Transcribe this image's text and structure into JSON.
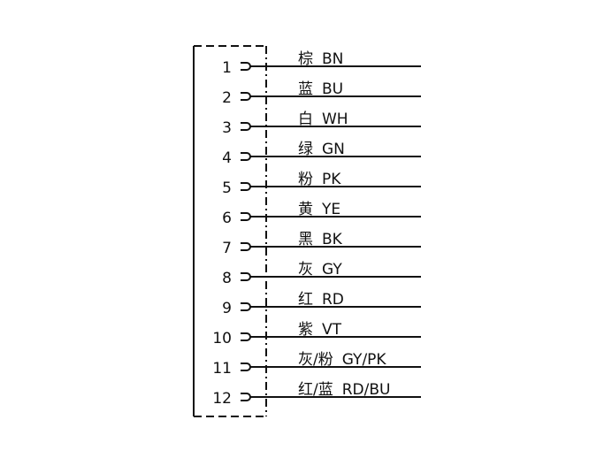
{
  "pins": [
    {
      "number": "1",
      "color_cn": "棕",
      "color_code": "BN"
    },
    {
      "number": "2",
      "color_cn": "蓝",
      "color_code": "BU"
    },
    {
      "number": "3",
      "color_cn": "白",
      "color_code": "WH"
    },
    {
      "number": "4",
      "color_cn": "绿",
      "color_code": "GN"
    },
    {
      "number": "5",
      "color_cn": "粉",
      "color_code": "PK"
    },
    {
      "number": "6",
      "color_cn": "黄",
      "color_code": "YE"
    },
    {
      "number": "7",
      "color_cn": "黑",
      "color_code": "BK"
    },
    {
      "number": "8",
      "color_cn": "灰",
      "color_code": "GY"
    },
    {
      "number": "9",
      "color_cn": "红",
      "color_code": "RD"
    },
    {
      "number": "10",
      "color_cn": "紫",
      "color_code": "VT"
    },
    {
      "number": "11",
      "color_cn": "灰/粉",
      "color_code": "GY/PK"
    },
    {
      "number": "12",
      "color_cn": "红/蓝",
      "color_code": "RD/BU"
    }
  ],
  "colors": {
    "line": "#111111",
    "background": "#ffffff"
  }
}
